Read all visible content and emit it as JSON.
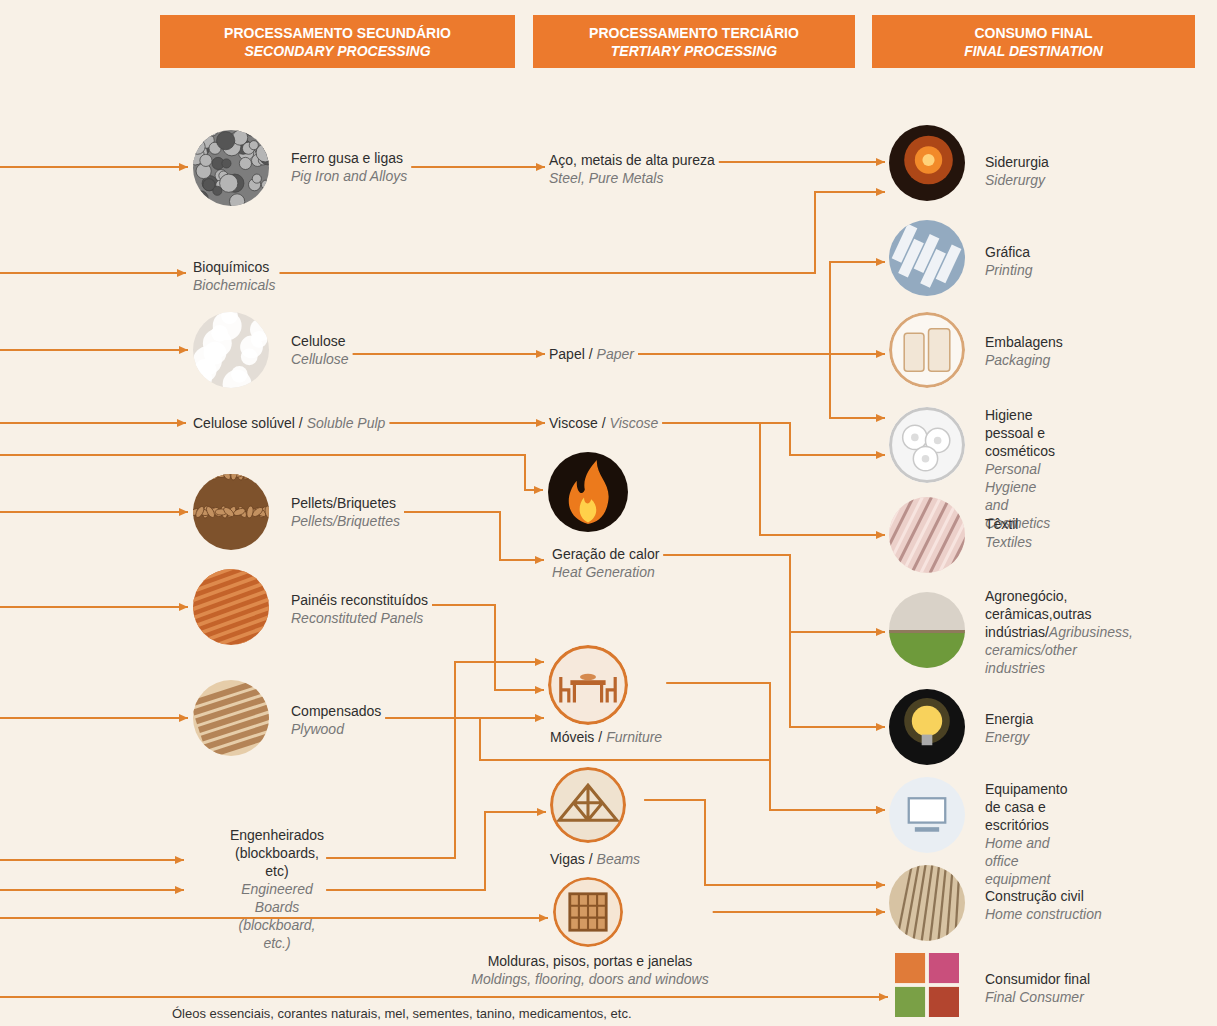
{
  "diagram": {
    "nodes": [
      {
        "text": [
          "PROCESSAMENTO SECUNDÁRIO",
          "SECONDARY PROCESSING"
        ]
      },
      {
        "text": [
          "PROCESSAMENTO TERCIÁRIO",
          "TERTIARY PROCESSING"
        ]
      },
      {
        "text": [
          "CONSUMO FINAL",
          "FINAL DESTINATION"
        ]
      },
      {
        "text": [
          "Ferro gusa e ligas",
          "Pig Iron and Alloys"
        ]
      },
      {
        "text": [
          "Bioquímicos",
          "Biochemicals"
        ]
      },
      {
        "text": [
          "Celulose",
          "Cellulose"
        ]
      },
      {
        "text": [
          "Celulose solúvel /",
          "Soluble Pulp"
        ]
      },
      {
        "text": [
          "Pellets/Briquetes",
          "Pellets/Briquettes"
        ]
      },
      {
        "text": [
          "Painéis reconstituídos",
          "Reconstituted Panels"
        ]
      },
      {
        "text": [
          "Compensados",
          "Plywood"
        ]
      },
      {
        "text": [
          "Engenheirados (blockboards, etc)",
          "Engineered Boards (blockboard, etc.)"
        ]
      },
      {
        "text": [
          "Aço, metais de alta pureza",
          "Steel, Pure Metals"
        ]
      },
      {
        "text": [
          "Papel /",
          "Paper"
        ]
      },
      {
        "text": [
          "Viscose /",
          "Viscose"
        ]
      },
      {
        "text": [
          "Geração de calor",
          "Heat Generation"
        ]
      },
      {
        "text": [
          "Móveis /",
          "Furniture"
        ]
      },
      {
        "text": [
          "Vigas /",
          "Beams"
        ]
      },
      {
        "text": [
          "Molduras, pisos, portas e janelas",
          "Moldings, flooring, doors and windows"
        ]
      },
      {
        "text": [
          "Siderurgia",
          "Siderurgy"
        ]
      },
      {
        "text": [
          "Gráfica",
          "Printing"
        ]
      },
      {
        "text": [
          "Embalagens",
          "Packaging"
        ]
      },
      {
        "text": [
          "Higiene pessoal e cosméticos",
          "Personal Hygiene and Cosmetics"
        ]
      },
      {
        "text": [
          "Têxtil",
          "Textiles"
        ]
      },
      {
        "text": [
          "Agronegócio, cerâmicas,outras indústrias/",
          "Agribusiness, ceramics/other industries"
        ]
      },
      {
        "text": [
          "Energia",
          "Energy"
        ]
      },
      {
        "text": [
          "Equipamento de casa e escritórios",
          "Home and office equipment"
        ]
      },
      {
        "text": [
          "Construção civil",
          "Home construction"
        ]
      },
      {
        "text": [
          "Consumidor final",
          "Final Consumer"
        ]
      }
    ],
    "edges": [
      {
        "from": 3,
        "to": 11,
        "arrow": "to"
      },
      {
        "from": 11,
        "to": 18,
        "arrow": "to"
      },
      {
        "from": 4,
        "to": 18,
        "arrow": "to"
      },
      {
        "from": 5,
        "to": 12,
        "arrow": "to"
      },
      {
        "from": 12,
        "to": 19,
        "arrow": "to"
      },
      {
        "from": 12,
        "to": 20,
        "arrow": "to"
      },
      {
        "from": 12,
        "to": 21,
        "arrow": "to"
      },
      {
        "from": 6,
        "to": 13,
        "arrow": "to"
      },
      {
        "from": 13,
        "to": 21,
        "arrow": "to"
      },
      {
        "from": 13,
        "to": 22,
        "arrow": "to"
      },
      {
        "from": 7,
        "to": 14,
        "arrow": "to"
      },
      {
        "from": 14,
        "to": 23,
        "arrow": "to"
      },
      {
        "from": 14,
        "to": 24,
        "arrow": "to"
      },
      {
        "from": 8,
        "to": 15,
        "arrow": "to"
      },
      {
        "from": 9,
        "to": 15,
        "arrow": "to"
      },
      {
        "from": 9,
        "to": 25,
        "arrow": "to"
      },
      {
        "from": 10,
        "to": 15,
        "arrow": "to"
      },
      {
        "from": 10,
        "to": 16,
        "arrow": "to"
      },
      {
        "from": 15,
        "to": 25,
        "arrow": "to"
      },
      {
        "from": 16,
        "to": 26,
        "arrow": "to"
      },
      {
        "from": 17,
        "to": 26,
        "arrow": "to"
      }
    ],
    "labels": [
      "Óleos essenciais, corantes naturais, mel, sementes, tanino, medicamentos, etc."
    ]
  }
}
